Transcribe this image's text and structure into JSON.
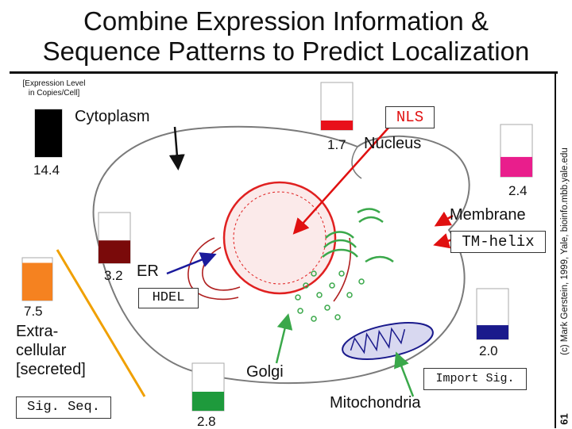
{
  "title_line1": "Combine Expression Information &",
  "title_line2": "Sequence Patterns to Predict Localization",
  "legend_line1": "[Expression Level",
  "legend_line2": "in Copies/Cell]",
  "labels": {
    "cytoplasm": "Cytoplasm",
    "nucleus": "Nucleus",
    "membrane": "Membrane",
    "er": "ER",
    "extracellular_1": "Extra-",
    "extracellular_2": "cellular",
    "extracellular_3": "[secreted]",
    "golgi": "Golgi",
    "mitochondria": "Mitochondria"
  },
  "signals": {
    "nls": "NLS",
    "tm_helix": "TM-helix",
    "hdel": "HDEL",
    "import_sig": "Import Sig.",
    "sig_seq": "Sig. Seq."
  },
  "values": {
    "cytoplasm": "14.4",
    "nucleus": "1.7",
    "membrane": "2.4",
    "er": "3.2",
    "extracellular": "7.5",
    "golgi": "2.8",
    "mitochondria": "2.0"
  },
  "bar_fill_fraction": {
    "cytoplasm": 1.0,
    "nucleus": 0.2,
    "membrane": 0.38,
    "er": 0.45,
    "extracellular": 0.88,
    "golgi": 0.4,
    "mitochondria": 0.28
  },
  "colors": {
    "cytoplasm": "#000000",
    "nucleus": "#e8101a",
    "membrane": "#e91e8c",
    "er": "#7a0a0a",
    "extracellular": "#f58220",
    "golgi": "#1e9a3c",
    "mitochondria": "#1a1a8c",
    "arrow_red": "#e01010",
    "arrow_blue": "#1a1a9c",
    "arrow_orange": "#f0a000",
    "arrow_green": "#3aa84a",
    "cell_outline": "#7a7a7a",
    "nucleus_outline": "#e02020"
  },
  "side_credit": "(c) Mark Gerstein, 1999, Yale, bioinfo.mbb.yale.edu",
  "page_number": "61"
}
